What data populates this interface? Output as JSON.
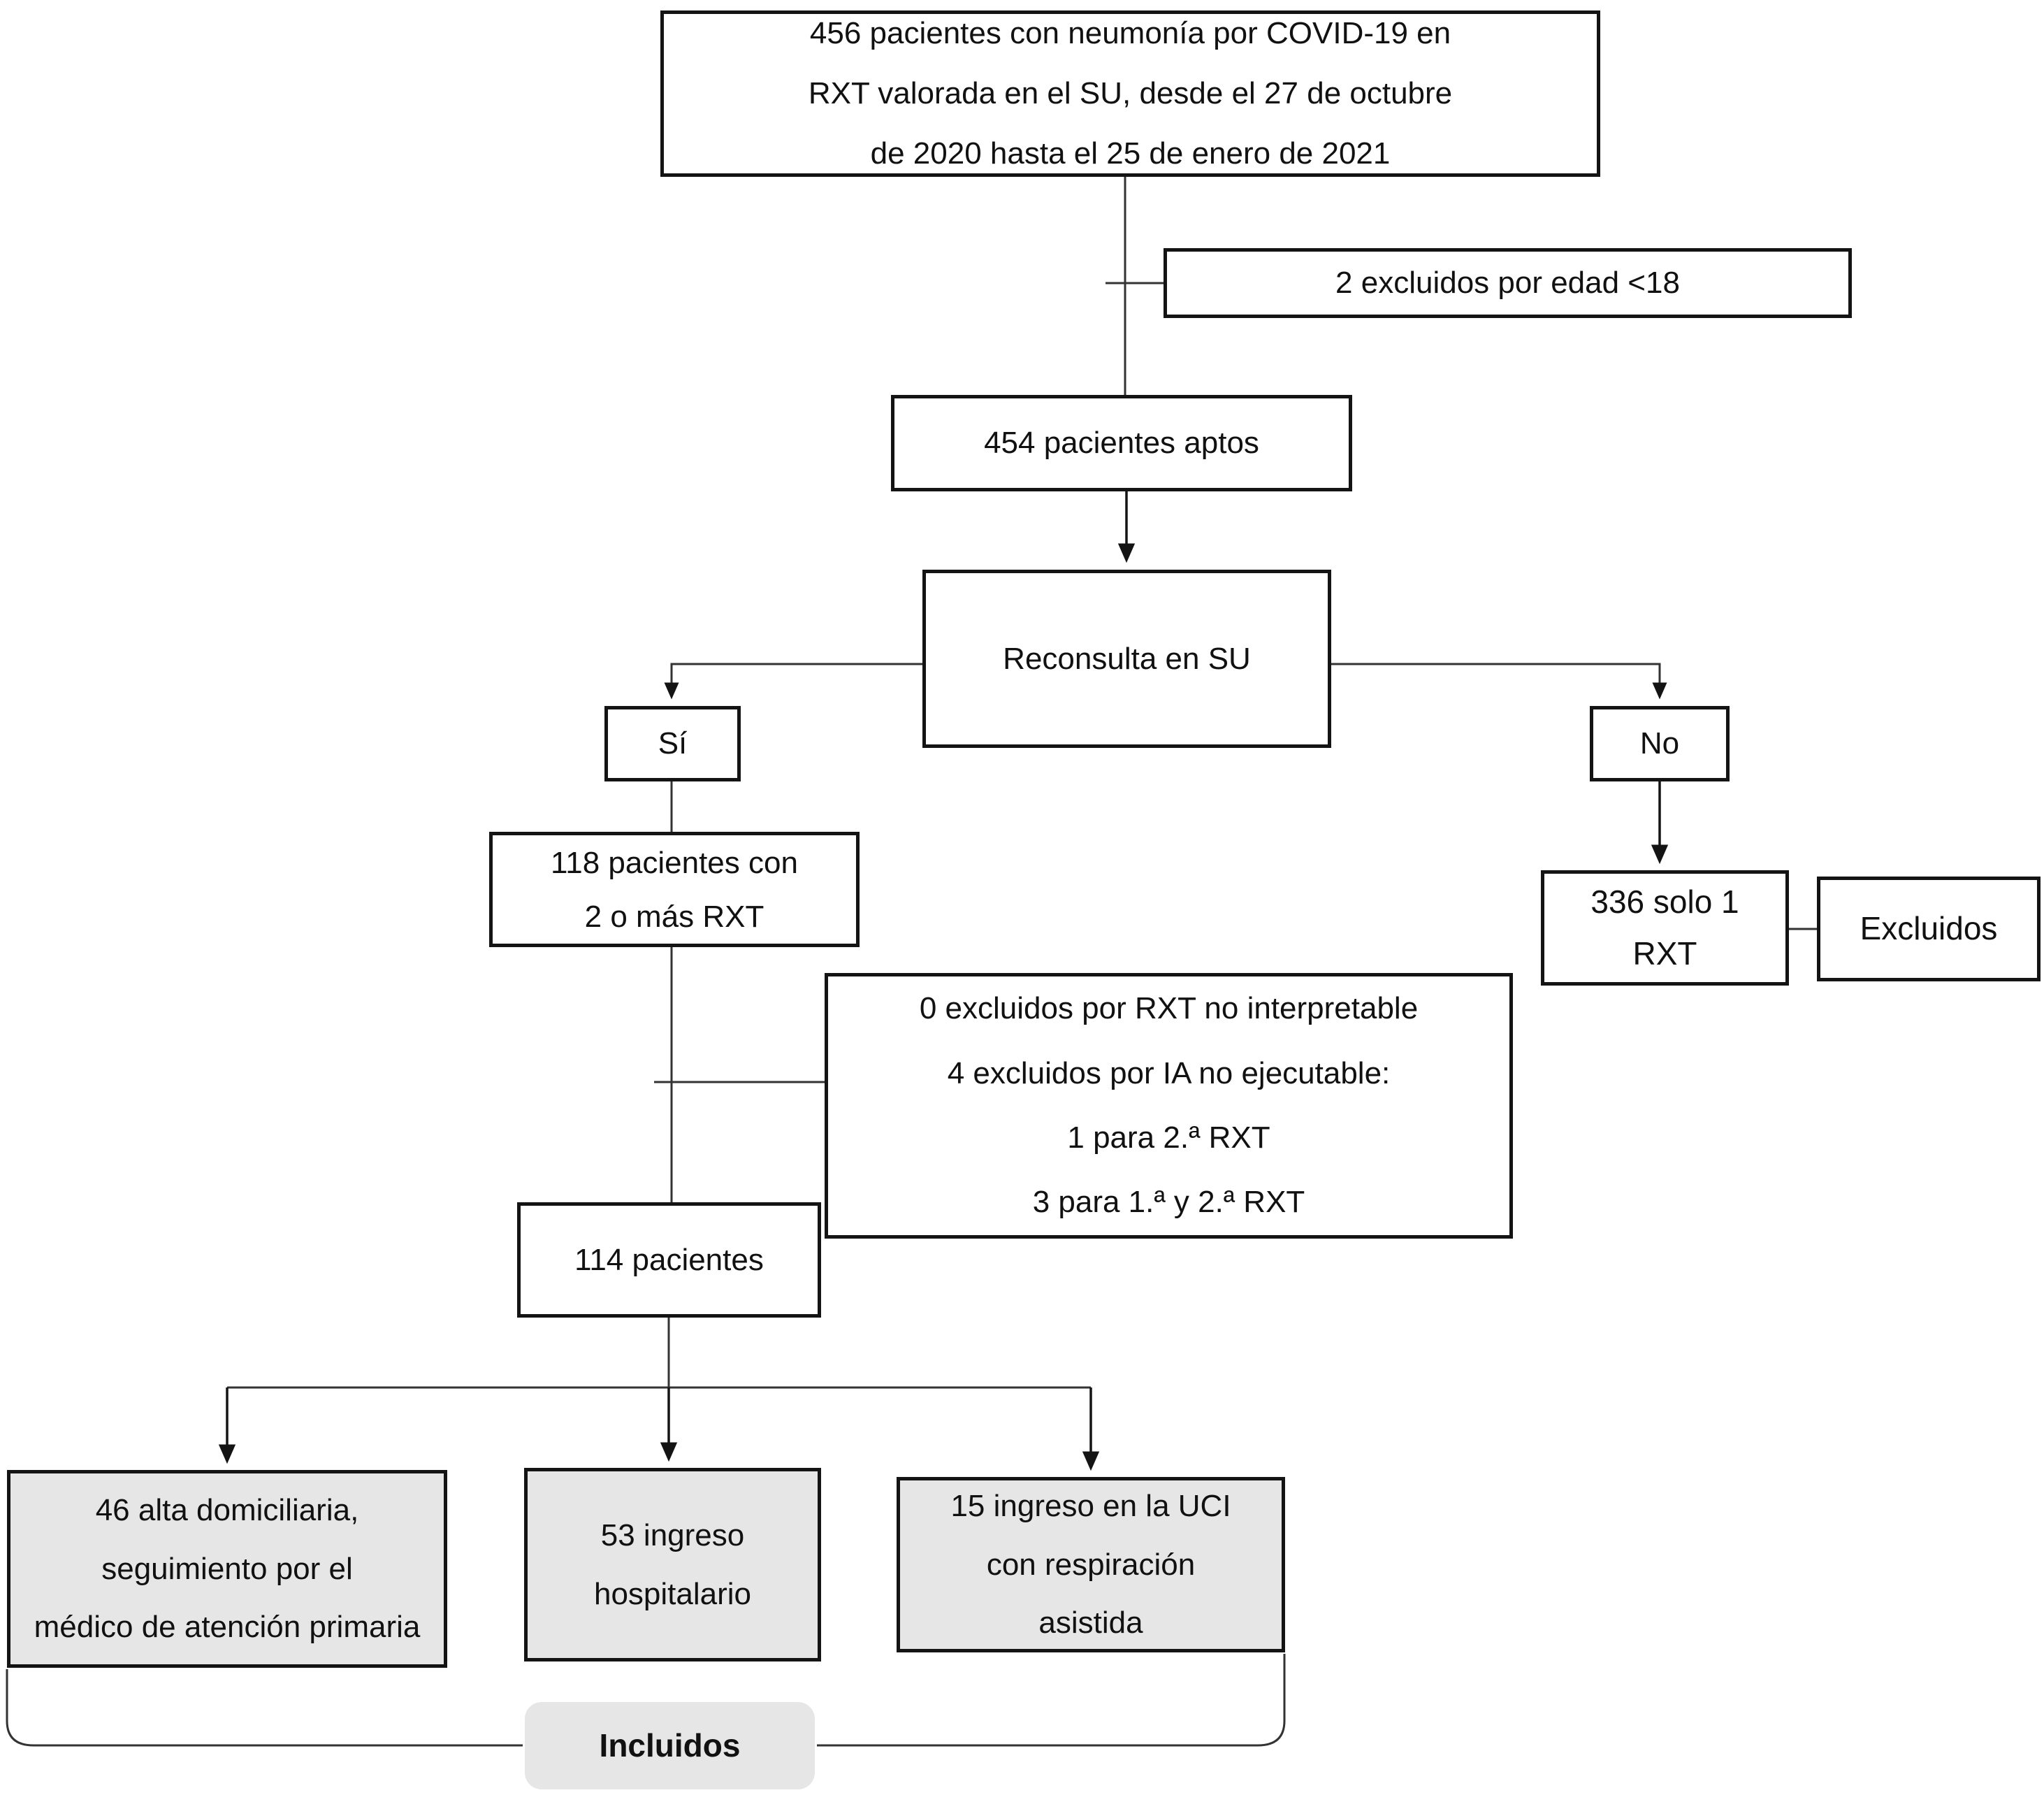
{
  "flowchart": {
    "top_box": {
      "lines": [
        "456 pacientes con neumonía por COVID-19 en",
        "RXT valorada en el SU, desde el 27 de octubre",
        "de 2020 hasta el 25 de enero de 2021"
      ]
    },
    "excluded_age": {
      "label": "2 excluidos por edad <18"
    },
    "eligible": {
      "label": "454 pacientes aptos"
    },
    "reconsulta": {
      "label": "Reconsulta en SU"
    },
    "yes": {
      "label": "Sí"
    },
    "no": {
      "label": "No"
    },
    "two_or_more": {
      "lines": [
        "118 pacientes con",
        "2 o más RXT"
      ]
    },
    "only_one": {
      "lines": [
        "336 solo 1",
        "RXT"
      ]
    },
    "excluded_right": {
      "label": "Excluidos"
    },
    "excluded_detail": {
      "lines": [
        "0 excluidos por RXT no interpretable",
        "4 excluidos por IA no ejecutable:",
        "1 para 2.ª RXT",
        "3 para 1.ª y 2.ª RXT"
      ]
    },
    "patients_114": {
      "label": "114 pacientes"
    },
    "outcome_home": {
      "lines": [
        "46 alta domiciliaria,",
        "seguimiento por el",
        "médico de atención primaria"
      ]
    },
    "outcome_hospital": {
      "lines": [
        "53 ingreso",
        "hospitalario"
      ]
    },
    "outcome_icu": {
      "lines": [
        "15 ingreso en la UCI",
        "con respiración",
        "asistida"
      ]
    },
    "included": {
      "label": "Incluidos"
    },
    "colors": {
      "box_border": "#141414",
      "outcome_fill": "#e6e6e6",
      "line": "#333333"
    }
  }
}
